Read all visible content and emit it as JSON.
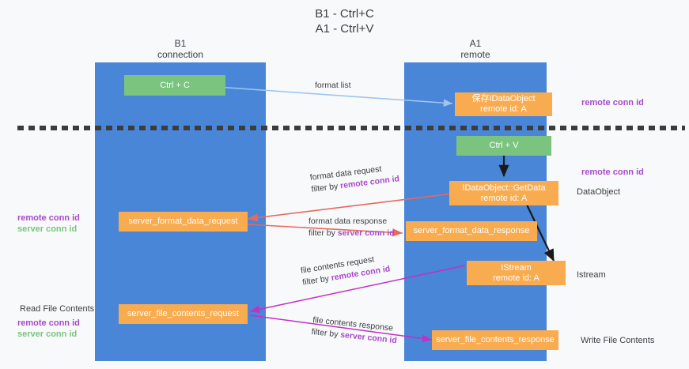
{
  "title": {
    "line1": "B1 - Ctrl+C",
    "line2": "A1 - Ctrl+V"
  },
  "columns": [
    {
      "id": "b1",
      "name": "B1",
      "sub": "connection"
    },
    {
      "id": "a1",
      "name": "A1",
      "sub": "remote"
    }
  ],
  "nodes": {
    "ctrl_c": {
      "label": "Ctrl + C"
    },
    "save_idataobject": {
      "line1": "保存IDataObject",
      "line2": "remote id: A"
    },
    "ctrl_v": {
      "label": "Ctrl + V"
    },
    "getdata": {
      "line1": "IDataObject::GetData",
      "line2": "remote id: A"
    },
    "server_format_data_request": {
      "label": "server_format_data_request"
    },
    "server_format_data_response": {
      "label": "server_format_data_response"
    },
    "istream": {
      "line1": "IStream",
      "line2": "remote id: A"
    },
    "server_file_contents_request": {
      "label": "server_file_contents_request"
    },
    "server_file_contents_response": {
      "label": "server_file_contents_response"
    }
  },
  "edge_labels": {
    "format_list": {
      "line1": "format list",
      "line2": "",
      "key": ""
    },
    "format_data_request": {
      "line1": "format data request",
      "line2_pre": "filter by ",
      "line2_key": "remote conn id"
    },
    "format_data_response": {
      "line1": "format data response",
      "line2_pre": "filter by ",
      "line2_key": "server conn id"
    },
    "file_contents_request": {
      "line1": "file contents request",
      "line2_pre": "filter by ",
      "line2_key": "remote conn id"
    },
    "file_contents_response": {
      "line1": "file contents response",
      "line2_pre": "filter by ",
      "line2_key": "server conn id"
    }
  },
  "right_labels": {
    "remote_conn_id_top": "remote conn id",
    "remote_conn_id_mid": "remote conn id",
    "dataobject": "DataObject",
    "istream": "Istream",
    "write_file_contents": "Write File Contents"
  },
  "left_labels": {
    "remote_conn_id": "remote conn id",
    "server_conn_id": "server conn id",
    "read_file_contents": "Read File Contents",
    "remote_conn_id_2": "remote conn id",
    "server_conn_id_2": "server conn id"
  },
  "colors": {
    "lane": "#4a86d8",
    "green_node": "#7ac47f",
    "orange_node": "#f9ab50",
    "purple_text": "#a64ac9",
    "green_text": "#79c47e",
    "arrow_blue": "#9fc6ee",
    "arrow_red": "#e8685f",
    "arrow_magenta": "#c42fc4",
    "arrow_black": "#1a1a1a",
    "divider": "#3c3c3c",
    "background": "#f8f9fa"
  }
}
